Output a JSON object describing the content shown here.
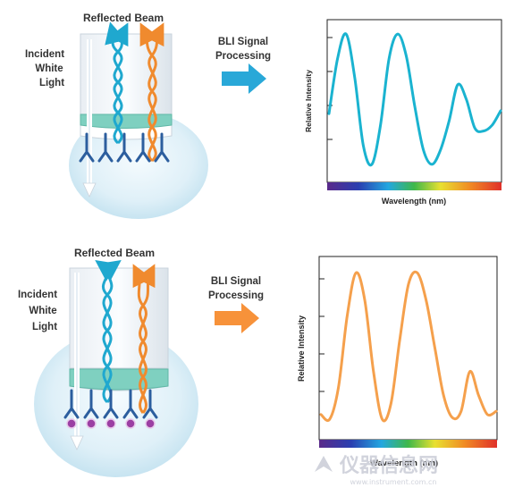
{
  "panels": [
    {
      "reflected_label": "Reflected Beam",
      "incident_label": [
        "Incident",
        "White",
        "Light"
      ],
      "signal_label": [
        "BLI Signal",
        "Processing"
      ],
      "arrow_color": "#29a8d8",
      "trace_color": "#1ab3d0",
      "molecule": "antibody-only",
      "chart": {
        "ylabel": "Relative Intensity",
        "xlabel": "Wavelength (nm)"
      }
    },
    {
      "reflected_label": "Reflected Beam",
      "incident_label": [
        "Incident",
        "White",
        "Light"
      ],
      "signal_label": [
        "BLI Signal",
        "Processing"
      ],
      "arrow_color": "#f7923a",
      "trace_color": "#f5a04c",
      "molecule": "antibody-with-bound-analyte",
      "chart": {
        "ylabel": "Relative Intensity",
        "xlabel": "Wavelength (nm)"
      }
    }
  ],
  "chart_data": [
    {
      "type": "line",
      "title": "",
      "xlabel": "Wavelength (nm)",
      "ylabel": "Relative Intensity",
      "y_ticks": 4,
      "x": [
        0,
        0.05,
        0.1,
        0.15,
        0.2,
        0.25,
        0.3,
        0.35,
        0.4,
        0.45,
        0.5,
        0.55,
        0.6,
        0.65,
        0.7,
        0.75,
        0.8,
        0.85,
        0.9,
        0.95,
        1.0
      ],
      "series": [
        {
          "values": [
            0.4,
            0.78,
            0.95,
            0.65,
            0.18,
            0.05,
            0.32,
            0.78,
            0.95,
            0.8,
            0.45,
            0.15,
            0.05,
            0.15,
            0.35,
            0.6,
            0.5,
            0.3,
            0.28,
            0.32,
            0.42
          ]
        }
      ],
      "color": "#1ab3d0",
      "grid": false
    },
    {
      "type": "line",
      "title": "",
      "xlabel": "Wavelength (nm)",
      "ylabel": "Relative Intensity",
      "y_ticks": 4,
      "x": [
        0,
        0.05,
        0.1,
        0.15,
        0.2,
        0.25,
        0.3,
        0.35,
        0.4,
        0.45,
        0.5,
        0.55,
        0.6,
        0.65,
        0.7,
        0.75,
        0.8,
        0.85,
        0.9,
        0.95,
        1.0
      ],
      "series": [
        {
          "values": [
            0.08,
            0.05,
            0.25,
            0.7,
            0.97,
            0.8,
            0.35,
            0.05,
            0.15,
            0.55,
            0.9,
            0.97,
            0.8,
            0.5,
            0.2,
            0.06,
            0.1,
            0.35,
            0.2,
            0.08,
            0.1
          ]
        }
      ],
      "color": "#f5a04c",
      "grid": false
    }
  ],
  "watermark": "仪器信息网",
  "watermark_url": "www.instrument.com.cn"
}
